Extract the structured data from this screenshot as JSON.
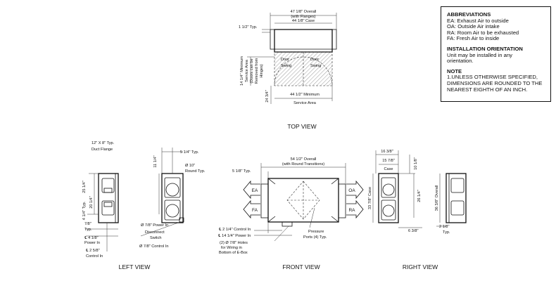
{
  "notes": {
    "abbreviations_title": "ABBREVIATIONS",
    "abbreviations": [
      "EA: Exhaust Air to outside",
      "OA: Outside Air intake",
      "RA: Room Air to be exhausted",
      "FA: Fresh Air to inside"
    ],
    "orientation_title": "INSTALLATION ORIENTATION",
    "orientation_lines": [
      "Unit may be installed in any",
      "orientation."
    ],
    "note_title": "NOTE",
    "note_lines": [
      "1.UNLESS OTHERWISE SPECIFIED,",
      "DIMENSIONS ARE ROUNDED TO THE",
      "NEAREST EIGHTH OF AN INCH."
    ]
  },
  "top_view": {
    "title": "TOP VIEW",
    "overall": [
      "47 1/8\" Overall",
      "(with Flanges)"
    ],
    "case": "44 1/8\" Case",
    "typ": "1 1/2\" Typ.",
    "door_left": [
      "Door",
      "Swing"
    ],
    "door_right": [
      "Door",
      "Swing"
    ],
    "service_vertical": [
      "14 1/4\" Minimum",
      "Service Area",
      "(Doors can be",
      "Removed from",
      "Hinges)"
    ],
    "depth": "24 3/4\"",
    "service_horizontal": [
      "44 1/2\" Minimum",
      "Service Area"
    ]
  },
  "left_view": {
    "title": "LEFT VIEW",
    "duct_flange": [
      "12\" X 8\" Typ.",
      "Duct Flange"
    ],
    "typ_top": "5 1/4\" Typ.",
    "dim_11": "11 1/4\"",
    "round": [
      "Ø 10\"",
      "Round Typ."
    ],
    "dim_25": "25 1/4\"",
    "dim_4": "4 1/4\" Typ.",
    "dim_20": "20 1/4\"",
    "dim_78": [
      "7/8\"",
      "Typ."
    ],
    "power_in": [
      "Ø 7/8\" Power In"
    ],
    "disconnect": [
      "Disconnect",
      "Switch"
    ],
    "control_in": "Ø 7/8\" Control In",
    "power_dim": [
      "℄ 4 1/8\"",
      "Power In"
    ],
    "control_dim": [
      "℄ 2 5/8\"",
      "Control In"
    ]
  },
  "front_view": {
    "title": "FRONT VIEW",
    "overall": [
      "54 1/2\" Overall",
      "(with Round Transitions)"
    ],
    "typ": "5 1/8\" Typ.",
    "ea": "EA",
    "fa": "FA",
    "oa": "OA",
    "ra": "RA",
    "control": "℄ 2 1/4\" Control In",
    "power": "℄ 14 1/4\" Power In",
    "holes": [
      "(2) Ø 7/8\" Holes",
      "for Wiring in",
      "Bottom of E-Box"
    ],
    "pressure": [
      "Pressure",
      "Ports (4) Typ."
    ]
  },
  "right_view": {
    "title": "RIGHT VIEW",
    "dim_16": "16 3/8\"",
    "dim_15": [
      "15 7/8\"",
      "Case"
    ],
    "dim_10": "10 1/8\"",
    "dim_26": "26 1/4\"",
    "dim_33": "33 7/8\" Case",
    "dim_36": "36 3/8\" Overall",
    "dim_6": "6 3/8\"",
    "typ": [
      "2 1/8\"",
      "Typ."
    ]
  }
}
